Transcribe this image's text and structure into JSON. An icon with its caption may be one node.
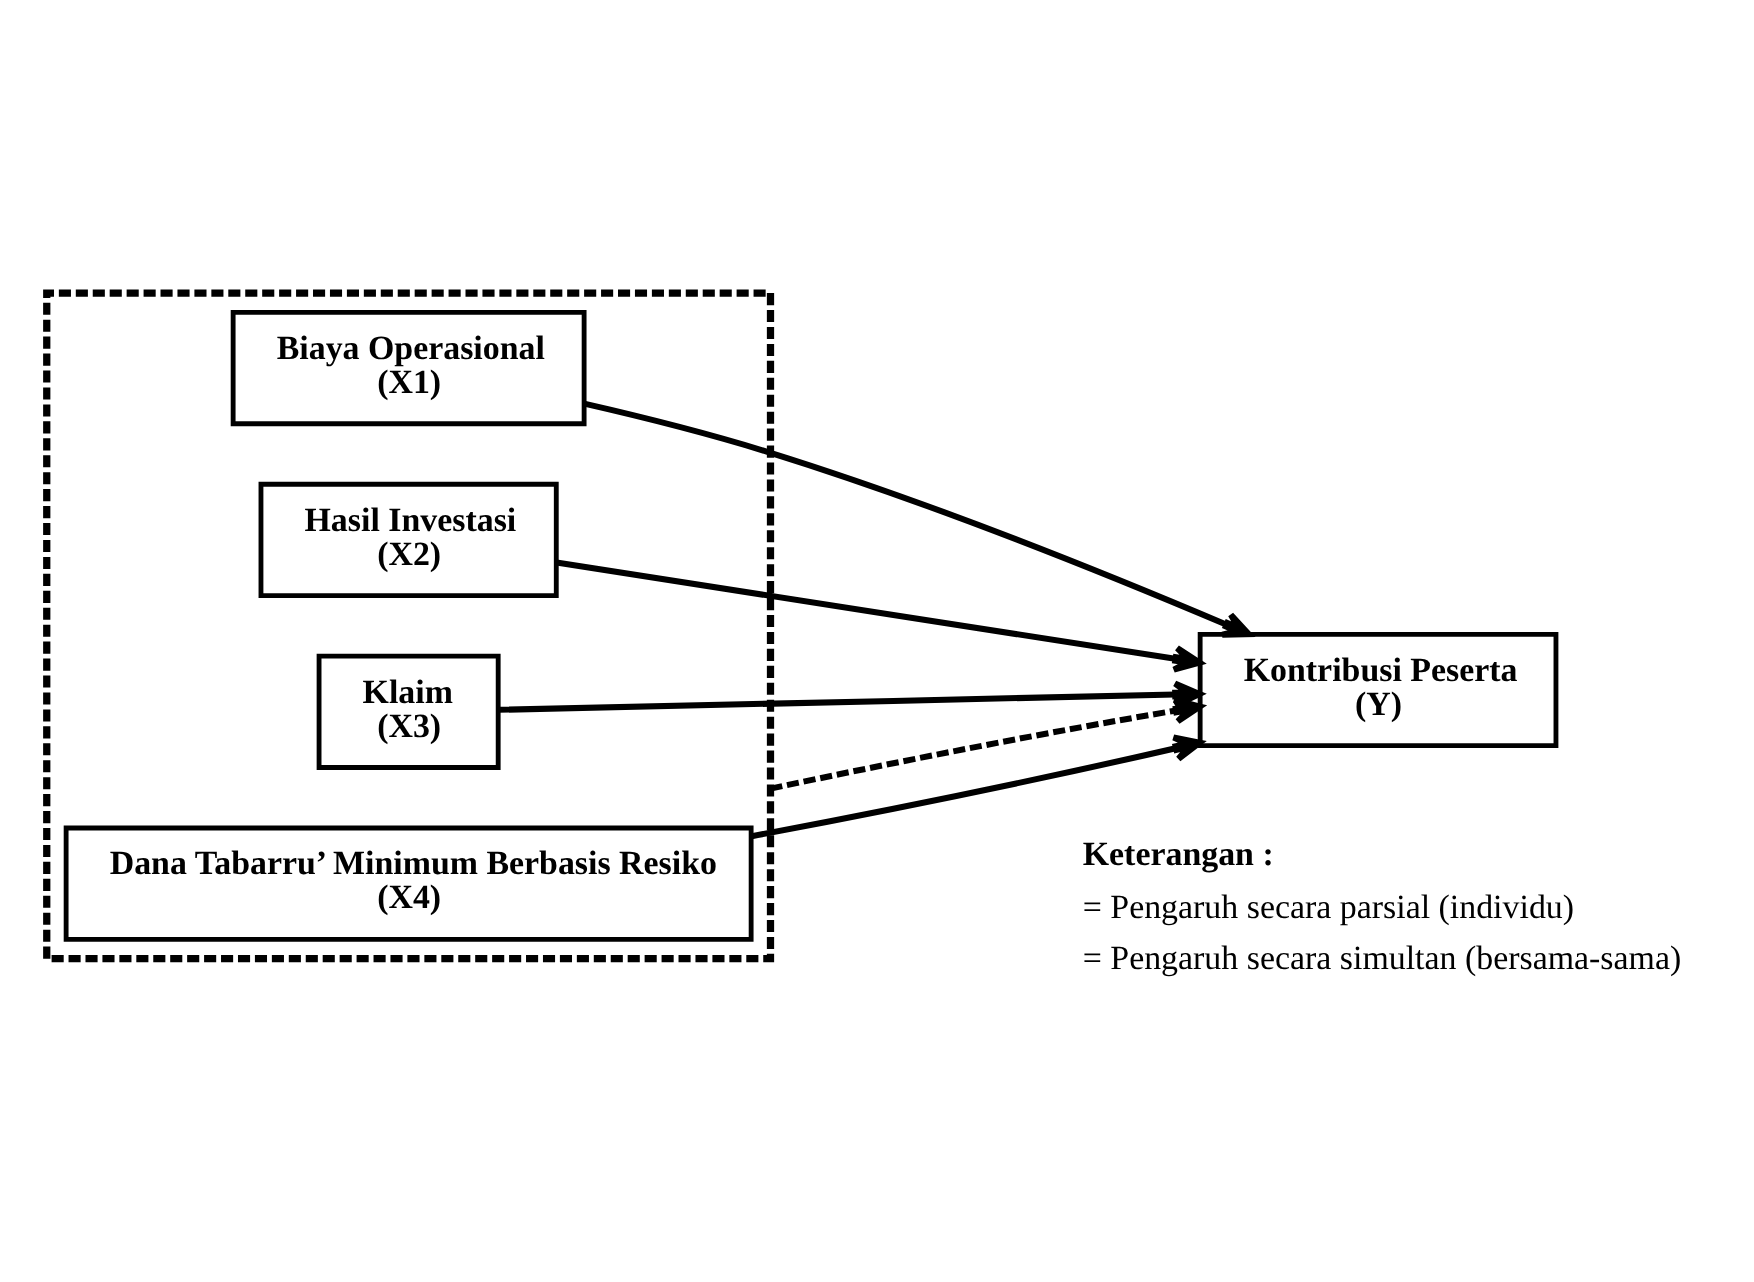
{
  "diagram": {
    "nodes": [
      {
        "text": [],
        "shape": "box"
      },
      {
        "text": [
          "Biaya Operasional",
          "(X1)"
        ],
        "in": 0
      },
      {
        "text": [
          "Hasil Investasi",
          "(X2)"
        ],
        "in": 0
      },
      {
        "text": [
          "Klaim",
          "(X3)"
        ],
        "in": 0
      },
      {
        "text": [
          "Dana Tabarru’ Minimum Berbasis Resiko",
          "(X4)"
        ],
        "in": 0
      },
      {
        "text": [
          "Kontribusi Peserta",
          "(Y)"
        ]
      }
    ],
    "edges": [
      {
        "from": 1,
        "to": 5,
        "arrow": "to"
      },
      {
        "from": 2,
        "to": 5,
        "arrow": "to"
      },
      {
        "from": 3,
        "to": 5,
        "arrow": "to"
      },
      {
        "from": 4,
        "to": 5,
        "arrow": "to"
      },
      {
        "from": 0,
        "to": 5,
        "arrow": "to",
        "style": "dashed"
      }
    ],
    "labels": [
      "Keterangan :"
    ],
    "legend": [
      {
        "text": "= Pengaruh secara parsial (individu)"
      },
      {
        "text": "= Pengaruh secara simultan (bersama-sama)"
      }
    ]
  }
}
